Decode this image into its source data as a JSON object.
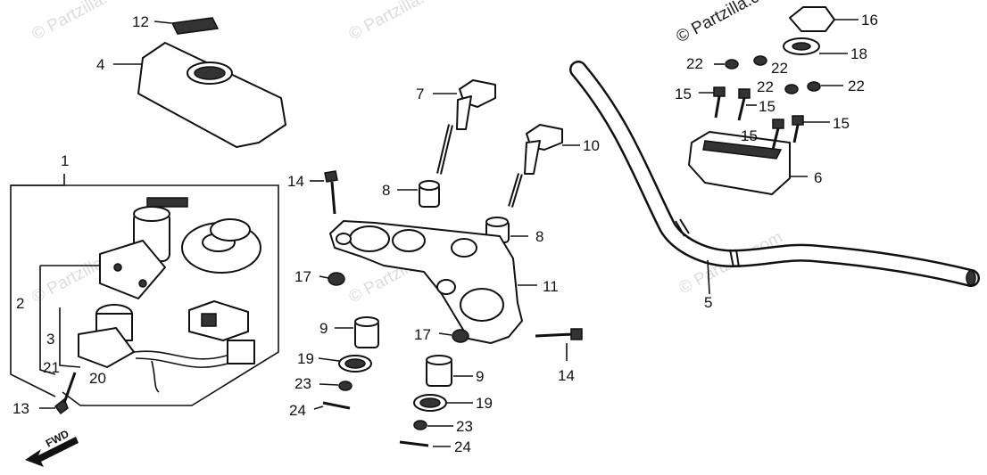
{
  "watermarks": {
    "top_right": "© Partzilla.com",
    "faint": "© Partzilla.com"
  },
  "fwd_label": "FWD",
  "callouts": {
    "c1": "1",
    "c2": "2",
    "c3": "3",
    "c4": "4",
    "c5": "5",
    "c6": "6",
    "c7": "7",
    "c8a": "8",
    "c8b": "8",
    "c9a": "9",
    "c9b": "9",
    "c10": "10",
    "c11": "11",
    "c12": "12",
    "c13": "13",
    "c14a": "14",
    "c14b": "14",
    "c15a": "15",
    "c15b": "15",
    "c15c": "15",
    "c15d": "15",
    "c16": "16",
    "c17a": "17",
    "c17b": "17",
    "c18": "18",
    "c19a": "19",
    "c19b": "19",
    "c20": "20",
    "c21": "21",
    "c22a": "22",
    "c22b": "22",
    "c22c": "22",
    "c22d": "22",
    "c23a": "23",
    "c23b": "23",
    "c24a": "24",
    "c24b": "24"
  }
}
